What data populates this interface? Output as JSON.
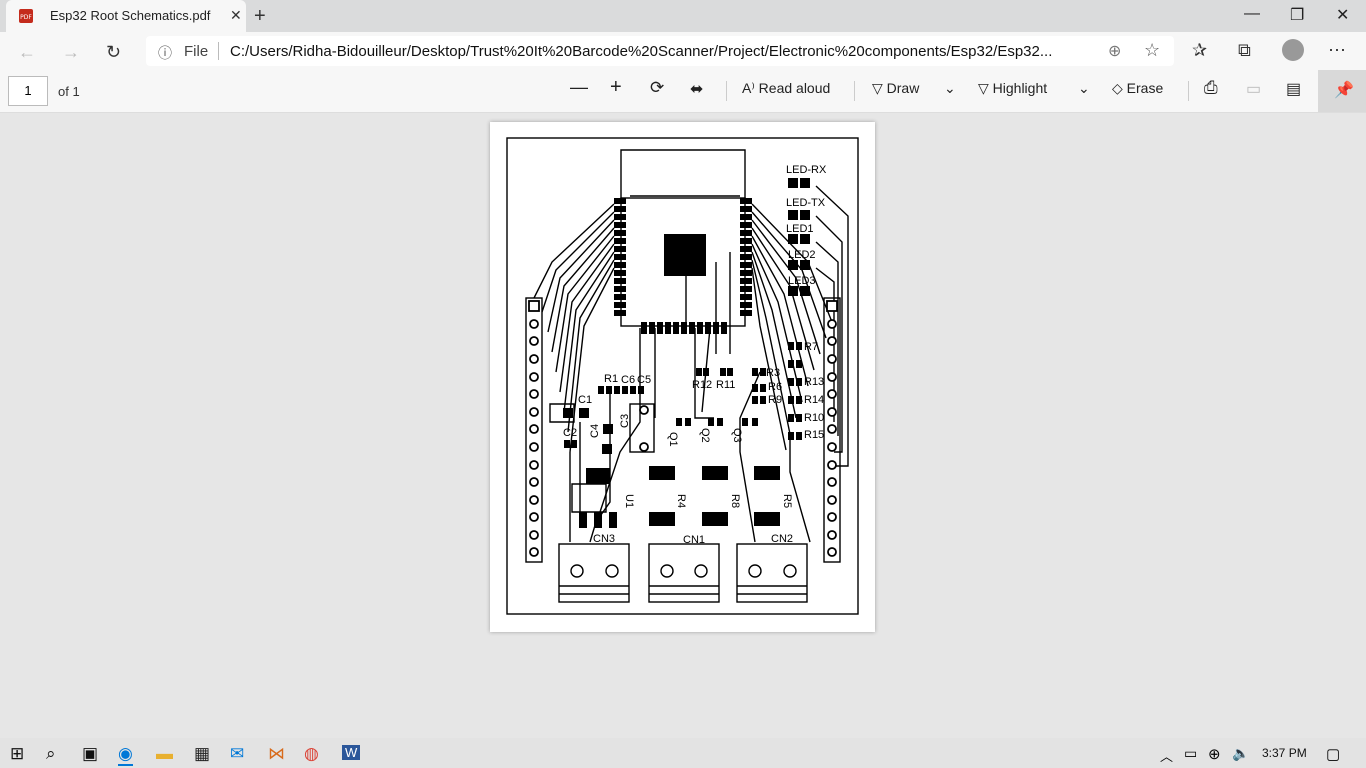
{
  "browser": {
    "tab_title": "Esp32 Root Schematics.pdf",
    "address_label": "File",
    "url": "C:/Users/Ridha-Bidouilleur/Desktop/Trust%20It%20Barcode%20Scanner/Project/Electronic%20components/Esp32/Esp32..."
  },
  "pdf_toolbar": {
    "page_number": "1",
    "page_of": "of 1",
    "read_aloud": "Read aloud",
    "draw": "Draw",
    "highlight": "Highlight",
    "erase": "Erase"
  },
  "schematic": {
    "labels": [
      "LED-RX",
      "LED-TX",
      "LED1",
      "LED2",
      "LED3",
      "R1",
      "C6",
      "C5",
      "C1",
      "C2",
      "C4",
      "C3",
      "Q1",
      "Q2",
      "Q3",
      "R12",
      "R11",
      "R3",
      "R6",
      "R9",
      "R7",
      "R13",
      "R14",
      "R10",
      "R15",
      "R4",
      "R8",
      "R5",
      "U1",
      "CN3",
      "CN1",
      "CN2"
    ]
  },
  "taskbar": {
    "time": "3:37 PM"
  },
  "colors": {
    "accent": "#0078d7",
    "pdf_red": "#c42b1c"
  }
}
